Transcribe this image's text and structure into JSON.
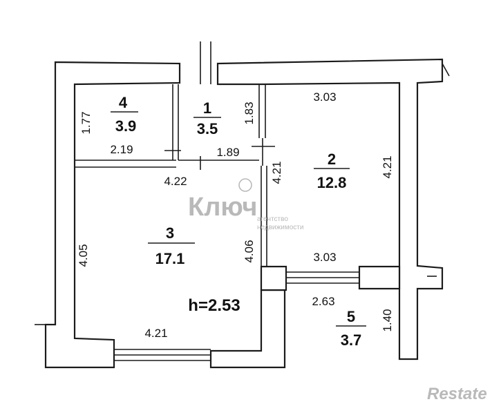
{
  "rooms": [
    {
      "id": "1",
      "number": "1",
      "area": "3.5"
    },
    {
      "id": "2",
      "number": "2",
      "area": "12.8"
    },
    {
      "id": "3",
      "number": "3",
      "area": "17.1"
    },
    {
      "id": "4",
      "number": "4",
      "area": "3.9"
    },
    {
      "id": "5",
      "number": "5",
      "area": "3.7"
    }
  ],
  "dimensions": {
    "r4_height": "1.77",
    "r4_width": "2.19",
    "r1_height": "1.83",
    "r1_width": "1.89",
    "r2_top": "3.03",
    "r2_left": "4.21",
    "r2_right": "4.21",
    "r2_bottom": "3.03",
    "r3_top": "4.22",
    "r3_left": "4.05",
    "r3_right": "4.06",
    "r3_bottom": "4.21",
    "r5_top": "2.63",
    "r5_right": "1.40"
  },
  "ceiling_height": "h=2.53",
  "watermark": {
    "logo": "Ключ",
    "tagline_1": "агентство",
    "tagline_2": "недвижимости",
    "corner": "Restate"
  }
}
